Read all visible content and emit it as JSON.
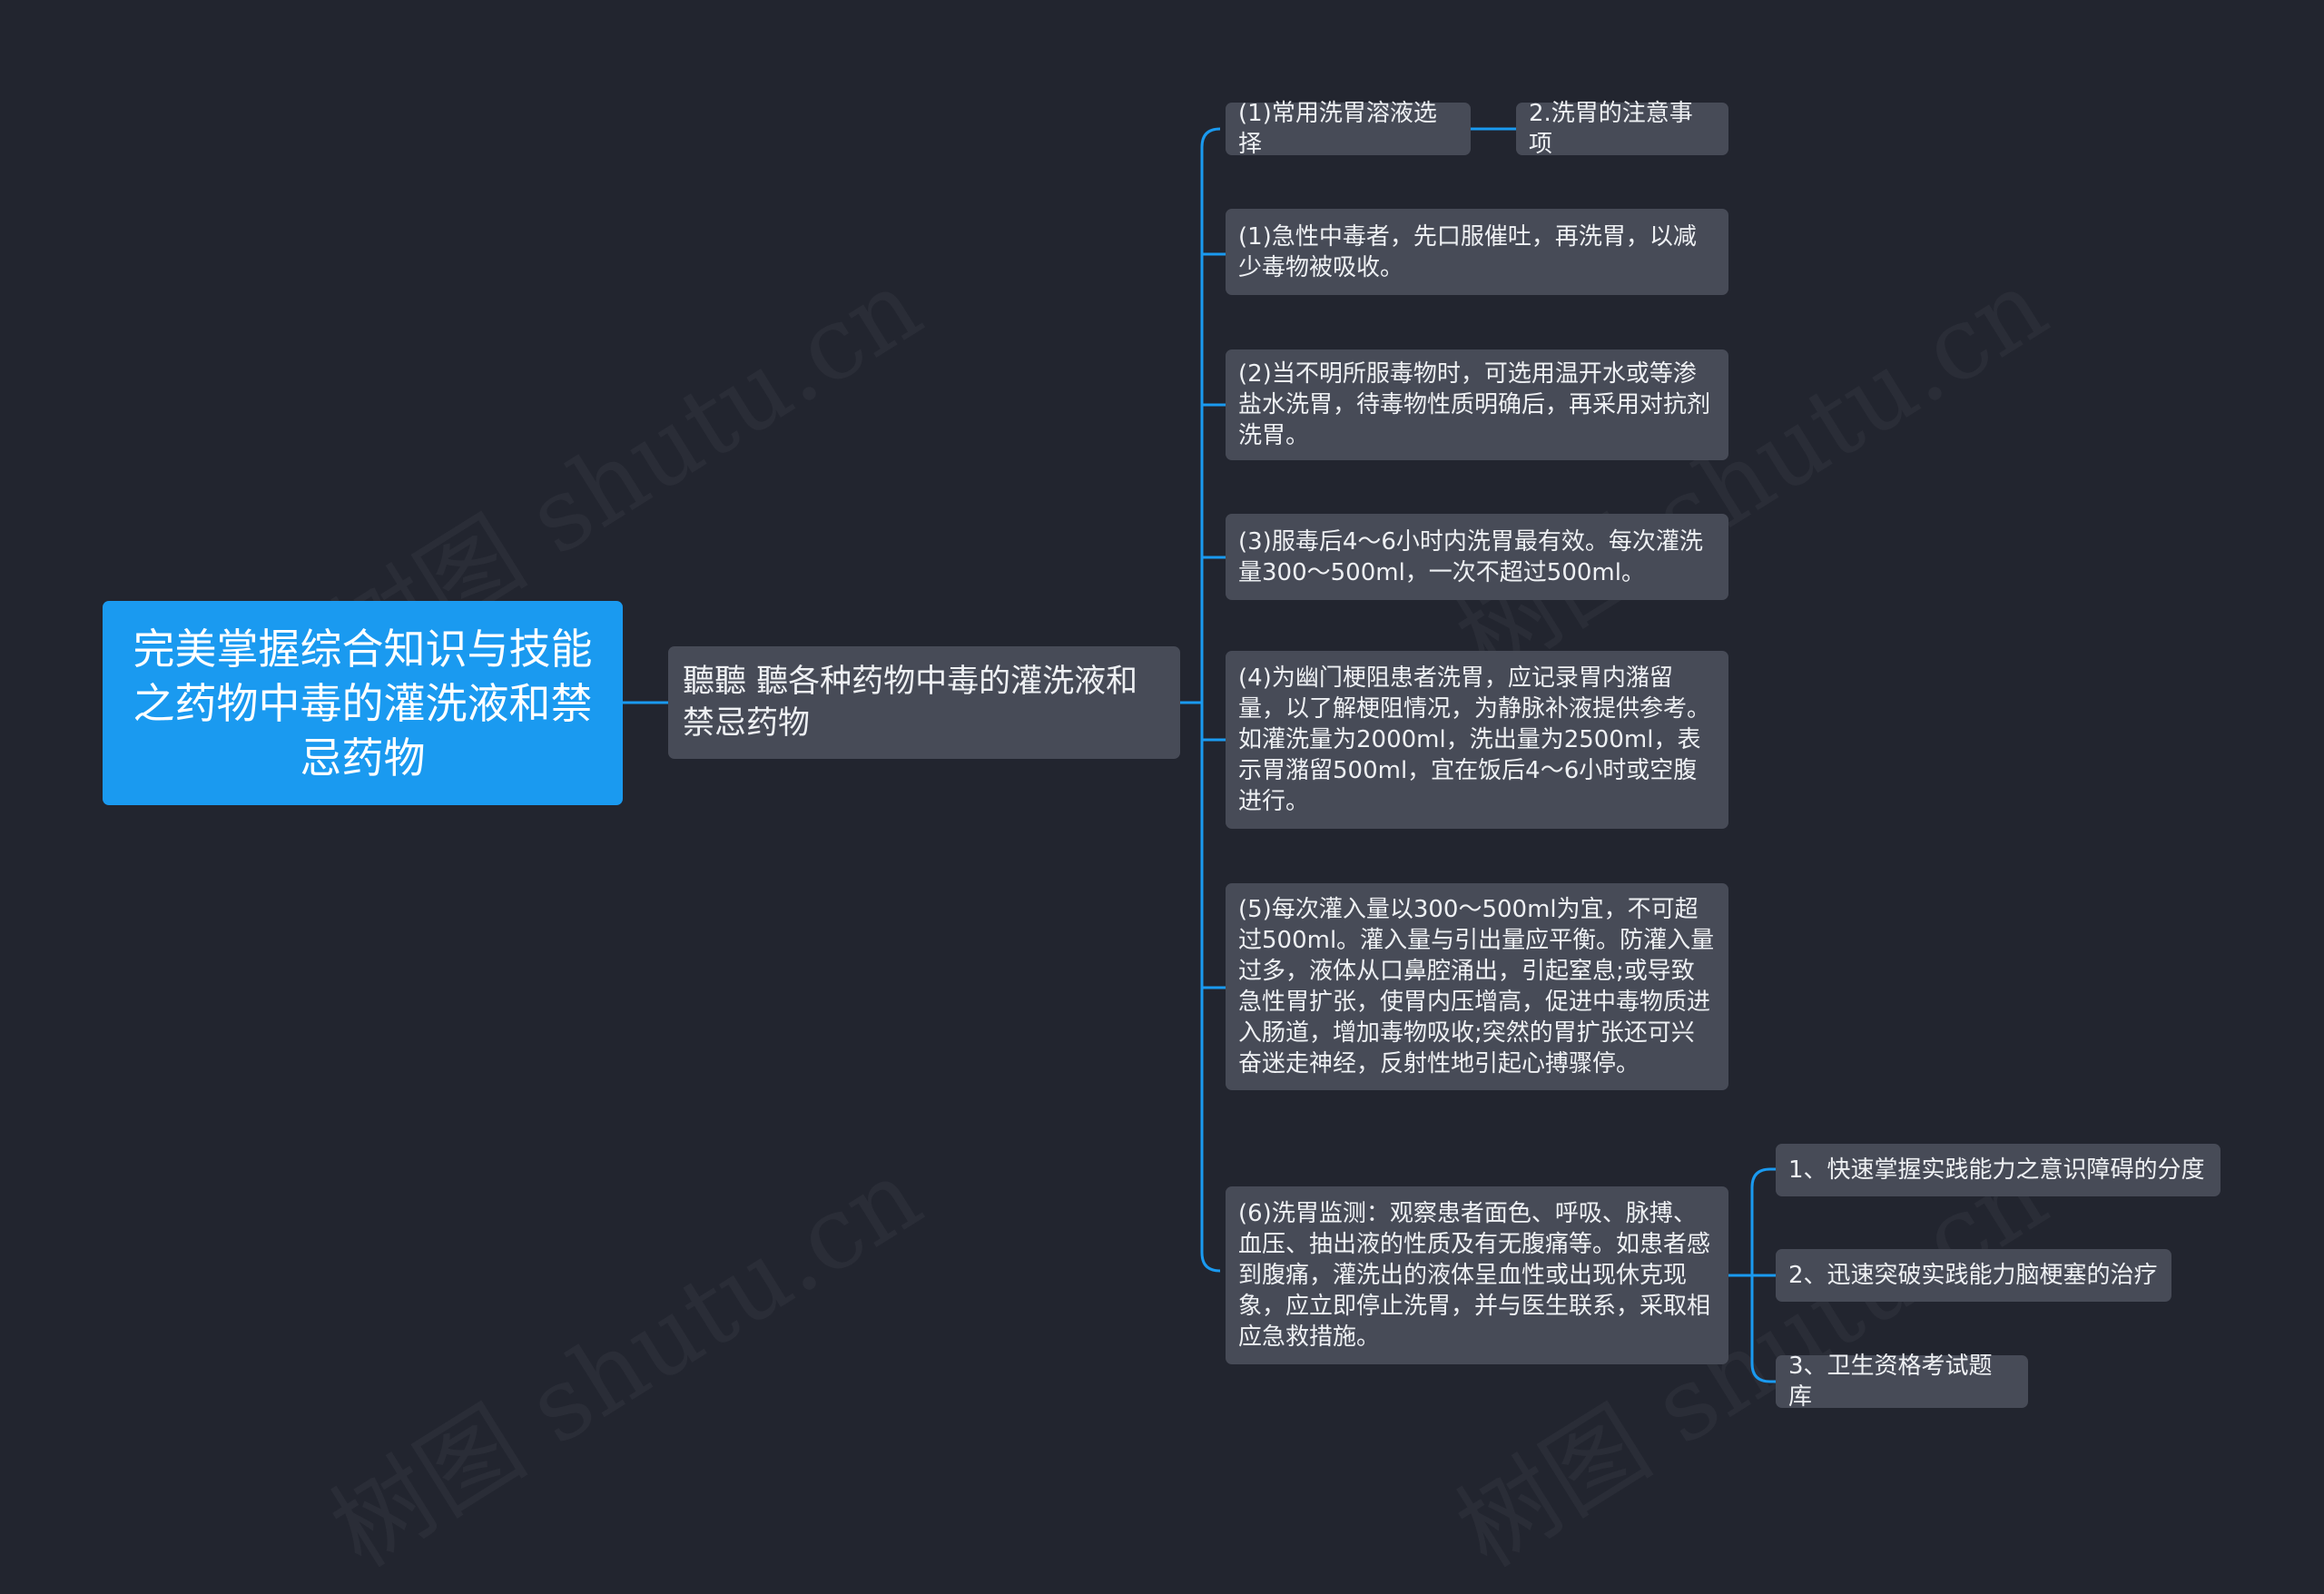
{
  "watermark": "树图 shutu.cn",
  "colors": {
    "background": "#22252f",
    "root": "#1a9af0",
    "node": "#474b57",
    "line": "#1a9af0",
    "text": "#eef0f3"
  },
  "root": {
    "text": "完美掌握综合知识与技能之药物中毒的灌洗液和禁忌药物"
  },
  "branch": {
    "text": "聽聽 聽各种药物中毒的灌洗液和禁忌药物"
  },
  "items": [
    {
      "text": "(1)常用洗胃溶液选择"
    },
    {
      "text": "(1)急性中毒者，先口服催吐，再洗胃，以减少毒物被吸收。"
    },
    {
      "text": "(2)当不明所服毒物时，可选用温开水或等渗盐水洗胃，待毒物性质明确后，再采用对抗剂洗胃。"
    },
    {
      "text": "(3)服毒后4～6小时内洗胃最有效。每次灌洗量300～500ml，一次不超过500ml。"
    },
    {
      "text": "(4)为幽门梗阻患者洗胃，应记录胃内潴留量，以了解梗阻情况，为静脉补液提供参考。如灌洗量为2000ml，洗出量为2500ml，表示胃潴留500ml，宜在饭后4～6小时或空腹进行。"
    },
    {
      "text": "(5)每次灌入量以300～500ml为宜，不可超过500ml。灌入量与引出量应平衡。防灌入量过多，液体从口鼻腔涌出，引起窒息;或导致急性胃扩张，使胃内压增高，促进中毒物质进入肠道，增加毒物吸收;突然的胃扩张还可兴奋迷走神经，反射性地引起心搏骤停。"
    },
    {
      "text": "(6)洗胃监测：观察患者面色、呼吸、脉搏、血压、抽出液的性质及有无腹痛等。如患者感到腹痛，灌洗出的液体呈血性或出现休克现象，应立即停止洗胃，并与医生联系，采取相应急救措施。"
    }
  ],
  "item0_child": {
    "text": "2.洗胃的注意事项"
  },
  "item6_children": [
    {
      "text": "1、快速掌握实践能力之意识障碍的分度"
    },
    {
      "text": "2、迅速突破实践能力脑梗塞的治疗"
    },
    {
      "text": "3、卫生资格考试题库"
    }
  ]
}
